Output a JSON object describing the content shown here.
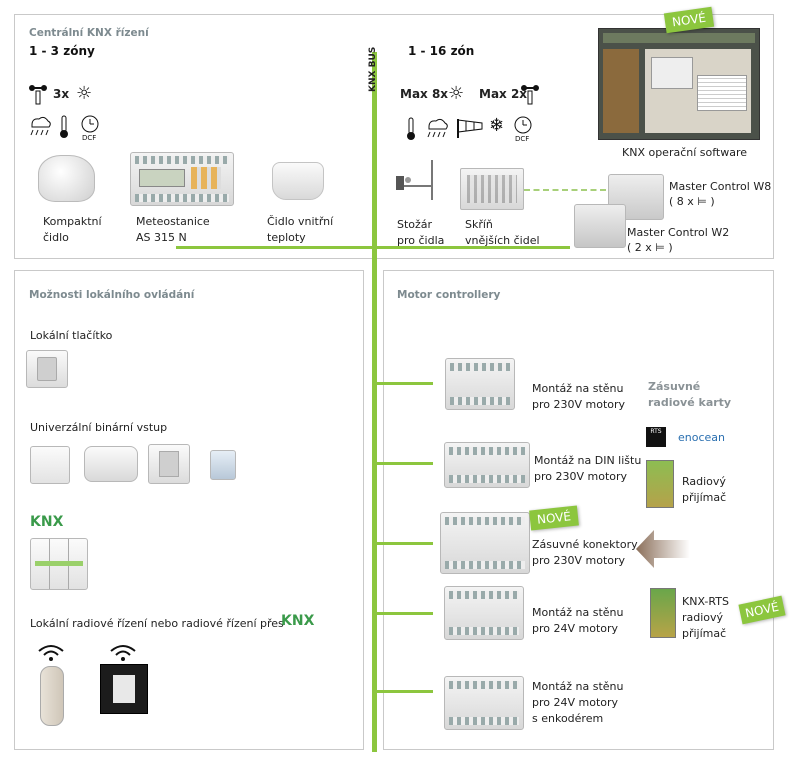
{
  "top_panel": {
    "title": "Centrální KNX řízení",
    "left_heading": "1 - 3 zóny",
    "left_count": "3x",
    "right_heading": "1 - 16 zón",
    "bus_label": "KNX BUS",
    "max_sun": "Max 8x",
    "max_wind": "Max 2x",
    "badge": "NOVÉ",
    "software_label": "KNX operační software",
    "devices": {
      "compact_sensor": [
        "Kompaktní",
        "čidlo"
      ],
      "meteo_station": [
        "Meteostanice",
        "AS 315 N"
      ],
      "indoor_sensor": [
        "Čidlo vnitřní",
        "teploty"
      ],
      "mast": [
        "Stožár",
        "pro čidla"
      ],
      "box": [
        "Skříň",
        "vnějších čidel"
      ],
      "master_w8": [
        "Master Control W8",
        "( 8 x ⊨ )"
      ],
      "master_w2": [
        "Master Control W2",
        "( 2 x ⊨ )"
      ]
    },
    "icons": [
      "wind-sensor-icon",
      "sun-icon",
      "rain-icon",
      "thermometer-icon",
      "clock-dcf-icon",
      "wind-sock-icon",
      "snowflake-icon"
    ],
    "dcf": "DCF"
  },
  "left_panel": {
    "title": "Možnosti lokálního ovládání",
    "local_button": "Lokální tlačítko",
    "binary_input": "Univerzální binární vstup",
    "knx_logo": "KNX",
    "radio_label": "Lokální radiové řízení nebo radiové řízení přes",
    "radio_logo": "KNX"
  },
  "right_panel": {
    "title": "Motor controllery",
    "items": [
      [
        "Montáž na stěnu",
        "pro 230V motory"
      ],
      [
        "Montáž na DIN lištu",
        "pro 230V motory"
      ],
      [
        "Zásuvné konektory",
        "pro 230V motory"
      ],
      [
        "Montáž na stěnu",
        "pro 24V motory"
      ],
      [
        "Montáž na stěnu",
        "pro 24V motory",
        "s enkodérem"
      ]
    ],
    "cards_title": [
      "Zásuvné",
      "radiové karty"
    ],
    "rts_logo": "RTS",
    "enocean_logo": "enocean",
    "radio_receiver": [
      "Radiový",
      "přijímač"
    ],
    "knx_rts": [
      "KNX-RTS",
      "radiový",
      "přijímač"
    ],
    "badge_plug": "NOVÉ",
    "badge_rts": "NOVÉ"
  },
  "colors": {
    "accent_green": "#8cc63e",
    "panel_title": "#7d8a8f",
    "border": "#c9c9c9",
    "arrow": "#8b6f5a"
  }
}
